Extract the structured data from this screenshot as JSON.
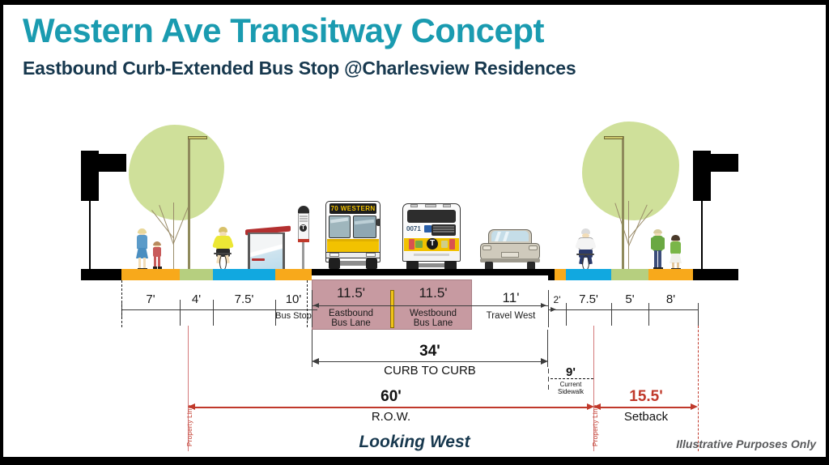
{
  "header": {
    "title": "Western Ave Transitway Concept",
    "subtitle": "Eastbound Curb-Extended Bus Stop @Charlesview Residences",
    "title_color": "#1a9bb0",
    "subtitle_color": "#17384e"
  },
  "footer": {
    "view_label": "Looking West",
    "disclaimer": "Illustrative Purposes Only"
  },
  "colors": {
    "sidewalk_orange": "#f8a91b",
    "buffer_green": "#b6cf7f",
    "bike_blue": "#11a8e0",
    "bus_lane": "#c79aa1",
    "center_line": "#f0c419",
    "property_red": "#c0392b",
    "tree_green": "#cfe09a"
  },
  "cross_section": {
    "left_segments": [
      {
        "width_ft": "7'",
        "label": "",
        "color": "#f8a91b",
        "name": "sidewalk"
      },
      {
        "width_ft": "4'",
        "label": "",
        "color": "#b6cf7f",
        "name": "tree-buffer"
      },
      {
        "width_ft": "7.5'",
        "label": "",
        "color": "#11a8e0",
        "name": "bike-lane"
      },
      {
        "width_ft": "10'",
        "label": "Bus Stop",
        "color": "#f8a91b",
        "name": "bus-stop-platform"
      }
    ],
    "roadway_segments": [
      {
        "width_ft": "11.5'",
        "label": "Eastbound\nBus Lane",
        "line1": "Eastbound",
        "line2": "Bus Lane",
        "color": "#c79aa1",
        "name": "eastbound-bus-lane"
      },
      {
        "width_ft": "11.5'",
        "label": "Westbound\nBus Lane",
        "line1": "Westbound",
        "line2": "Bus Lane",
        "color": "#c79aa1",
        "name": "westbound-bus-lane"
      },
      {
        "width_ft": "11'",
        "label": "Travel West",
        "line1": "Travel West",
        "line2": "",
        "color": "#ffffff",
        "name": "travel-west-lane"
      }
    ],
    "right_segments": [
      {
        "width_ft": "2'",
        "label": "",
        "color": "#f8a91b",
        "name": "curb-buffer"
      },
      {
        "width_ft": "7.5'",
        "label": "",
        "color": "#11a8e0",
        "name": "bike-lane"
      },
      {
        "width_ft": "5'",
        "label": "",
        "color": "#b6cf7f",
        "name": "tree-buffer"
      },
      {
        "width_ft": "8'",
        "label": "",
        "color": "#f8a91b",
        "name": "sidewalk"
      }
    ]
  },
  "overall_dimensions": {
    "curb_to_curb": {
      "value": "34'",
      "label": "CURB TO CURB"
    },
    "current_sidewalk": {
      "value": "9'",
      "line1": "Current",
      "line2": "Sidewalk"
    },
    "row": {
      "value": "60'",
      "label": "R.O.W."
    },
    "setback": {
      "value": "15.5'",
      "label": "Setback"
    },
    "property_line_left": "Property Line",
    "property_line_right": "Property Line"
  },
  "scene": {
    "bus_eastbound": {
      "name": "mbta-bus-front",
      "destination_sign": "70 WESTERN"
    },
    "bus_westbound": {
      "name": "mbta-bus-rear",
      "route_number": "0071",
      "logo": "T"
    },
    "car": {
      "name": "sedan-front"
    },
    "shelter": {
      "name": "bus-shelter"
    },
    "bus_stop_sign": {
      "name": "mbta-bus-stop-sign",
      "logo": "T"
    },
    "people": [
      "adult-pedestrian",
      "child-pedestrian",
      "cyclist-left",
      "cyclist-right",
      "pedestrian-right-1",
      "pedestrian-right-2"
    ],
    "trees": [
      "tree-left",
      "tree-right"
    ],
    "lamps": [
      "streetlight-left",
      "streetlight-right"
    ],
    "buildings": [
      "building-left",
      "building-right"
    ]
  }
}
